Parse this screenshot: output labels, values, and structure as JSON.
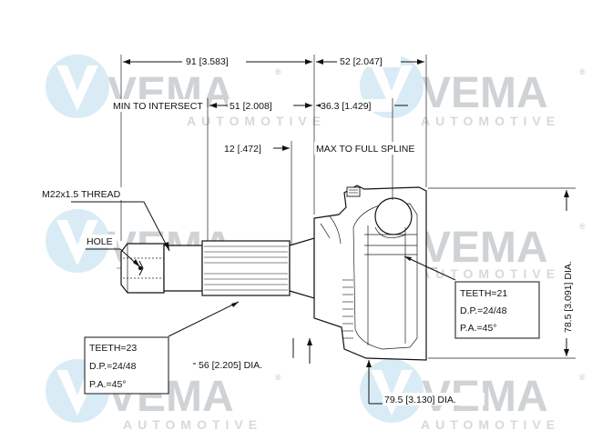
{
  "watermark": {
    "brand": "VEMA",
    "sub": "AUTOMOTIVE",
    "trademark": "®",
    "logo_color": "#cfe6f3",
    "text_color": "#cfd3d6"
  },
  "dimensions": {
    "overall_left": "91 [3.583]",
    "overall_right": "52 [2.047]",
    "min_to_intersect_label": "MIN TO INTERSECT",
    "min_to_intersect_value": "51 [2.008]",
    "spline_value": "36.3 [1.429]",
    "small_offset": "12 [.472]",
    "max_to_full_spline": "MAX TO FULL SPLINE",
    "thread": "M22x1.5 THREAD",
    "hole": "HOLE",
    "outer_dia": "78.5 [3.091] DIA.",
    "shaft_dia": "56 [2.205] DIA.",
    "housing_dia": "79.5 [3.130] DIA."
  },
  "callouts": {
    "left": {
      "teeth": "TEETH=23",
      "dp": "D.P.=24/48",
      "pa": "P.A.=45°"
    },
    "right": {
      "teeth": "TEETH=21",
      "dp": "D.P.=24/48",
      "pa": "P.A.=45°"
    }
  }
}
